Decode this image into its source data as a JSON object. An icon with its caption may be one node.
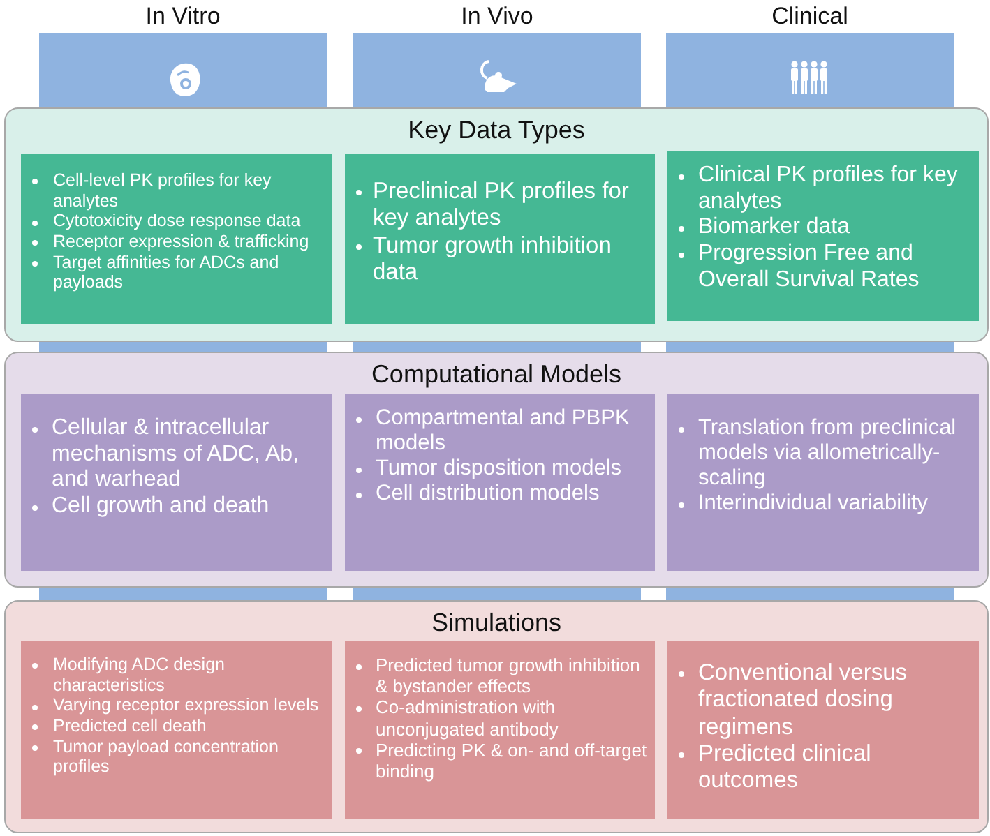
{
  "diagram": {
    "nodes": [
      {
        "text": [
          "In Vitro"
        ]
      },
      {
        "text": [
          "In Vivo"
        ]
      },
      {
        "text": [
          "Clinical"
        ]
      },
      {
        "text": [
          "Key Data Types"
        ]
      },
      {
        "text": [
          "Cell-level PK profiles for key analytes",
          "Cytotoxicity dose response data",
          "Receptor expression & trafficking",
          "Target affinities for ADCs and payloads"
        ],
        "in": 3
      },
      {
        "text": [
          "Preclinical PK profiles for key analytes",
          "Tumor growth inhibition data"
        ],
        "in": 3
      },
      {
        "text": [
          "Clinical PK profiles for key analytes",
          "Biomarker data",
          "Progression Free and Overall Survival Rates"
        ],
        "in": 3
      },
      {
        "text": [
          "Computational Models"
        ]
      },
      {
        "text": [
          "Cellular & intracellular mechanisms of ADC, Ab, and warhead",
          "Cell growth and death"
        ],
        "in": 7
      },
      {
        "text": [
          "Compartmental and PBPK models",
          "Tumor disposition models",
          "Cell distribution models"
        ],
        "in": 7
      },
      {
        "text": [
          "Translation from preclinical models via allometrically-scaling",
          "Interindividual variability"
        ],
        "in": 7
      },
      {
        "text": [
          "Simulations"
        ]
      },
      {
        "text": [
          "Modifying ADC design characteristics",
          "Varying receptor expression levels",
          "Predicted cell death",
          "Tumor payload concentration profiles"
        ],
        "in": 11
      },
      {
        "text": [
          "Predicted tumor growth inhibition & bystander effects",
          "Co-administration with unconjugated antibody",
          "Predicting PK & on- and off-target binding"
        ],
        "in": 11
      },
      {
        "text": [
          "Conventional versus fractionated dosing regimens",
          "Predicted clinical outcomes"
        ],
        "in": 11
      }
    ]
  }
}
